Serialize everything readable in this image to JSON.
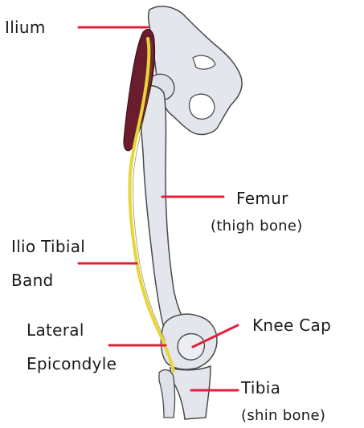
{
  "labels": {
    "ilium": "Ilium",
    "femur": "Femur",
    "femur_sub": "(thigh bone)",
    "itb_line1": "Ilio Tibial",
    "itb_line2": "Band",
    "lateral_line1": "Lateral",
    "lateral_line2": "Epicondyle",
    "knee_cap": "Knee Cap",
    "tibia": "Tibia",
    "tibia_sub": "(shin bone)"
  },
  "colors": {
    "bone_fill": "#e4e6ee",
    "bone_outline": "#4a4a4a",
    "muscle": "#6a1d2c",
    "band": "#e7d53a",
    "leader_line": "#e0203a"
  }
}
